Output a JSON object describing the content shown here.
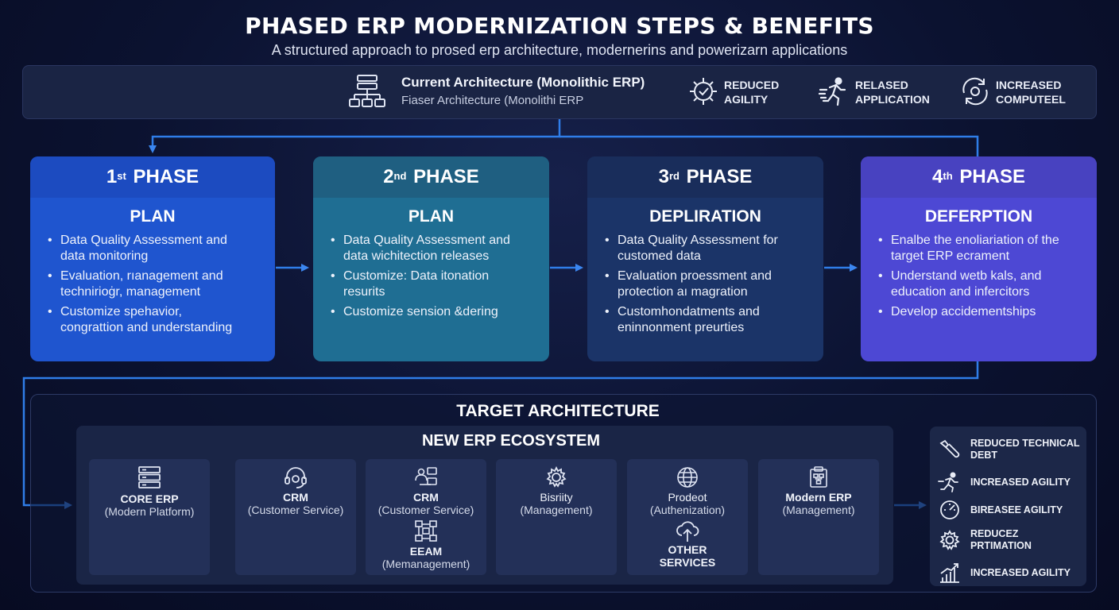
{
  "title": "PHASED ERP MODERNIZATION STEPS & BENEFITS",
  "subtitle": "A structured approach to prosed erp architecture, modernerins and powerizarn applications",
  "current": {
    "title": "Current Architecture (Monolithic ERP)",
    "subtitle": "Fiaser Architecture (Monolithi ERP",
    "icon": "architecture-tree-icon",
    "benefits": [
      {
        "line1": "REDUCED",
        "line2": "AGILITY",
        "icon": "gear-check-icon"
      },
      {
        "line1": "RELASED",
        "line2": "APPLICATION",
        "icon": "running-person-icon"
      },
      {
        "line1": "INCREASED",
        "line2": "COMPUTEEL",
        "icon": "refresh-gear-icon"
      }
    ]
  },
  "phases": [
    {
      "ordinal": "1",
      "suffix": "st",
      "label": "PHASE",
      "name": "PLAN",
      "bullets": [
        [
          "Data Quality Assessment and",
          "data monitoring"
        ],
        [
          "Evaluation, rıanagement and",
          "technirioġr, management"
        ],
        [
          "Customize spehavior,",
          "congrattion and understanding"
        ]
      ]
    },
    {
      "ordinal": "2",
      "suffix": "nd",
      "label": "PHASE",
      "name": "PLAN",
      "bullets": [
        [
          "Data Quality Assessment and",
          "data wichitection releases"
        ],
        [
          "Customize: Data itonation",
          "resurits"
        ],
        [
          "Customize sension &dering"
        ]
      ]
    },
    {
      "ordinal": "3",
      "suffix": "rd",
      "label": "PHASE",
      "name": "DEPLIRATION",
      "bullets": [
        [
          "Data Quality Assessment for",
          "customed data"
        ],
        [
          "Evaluation proessment and",
          "protection aı magration"
        ],
        [
          "Customhondatments and",
          "eninnonment preurties"
        ]
      ]
    },
    {
      "ordinal": "4",
      "suffix": "th",
      "label": "PHASE",
      "name": "DEFERPTION",
      "bullets": [
        [
          "Enalbe the enoliariation of the",
          "target ERP ecrament"
        ],
        [
          "Understand wetb kals, and",
          "education and infercitors"
        ],
        [
          "Develop accidementships"
        ]
      ]
    }
  ],
  "target": {
    "title": "TARGET ARCHITECTURE",
    "ecosystem": "NEW ERP ECOSYSTEM",
    "cards": [
      {
        "title": "CORE ERP",
        "sub": "(Modern Platform)",
        "icon": "server-icon"
      },
      {
        "title": "CRM",
        "sub": "(Customer Service)",
        "icon": "headset-icon"
      },
      {
        "title": "CRM",
        "sub": "(Customer Service)",
        "icon": "people-network-icon",
        "title2": "EEAM",
        "sub2": "(Memanagement)",
        "icon2": "network-nodes-icon"
      },
      {
        "title": "Bisriity",
        "sub": "(Management)",
        "icon": "gear-icon"
      },
      {
        "title": "Prodeot",
        "sub": "(Authenization)",
        "icon": "globe-icon",
        "title2": "OTHER",
        "sub2": "SERVICES",
        "icon2": "cloud-upload-icon"
      },
      {
        "title": "Modern ERP",
        "sub": "(Management)",
        "icon": "document-network-icon"
      }
    ],
    "benefits": [
      {
        "line1": "REDUCED TECHNICAL",
        "line2": "DEBT",
        "icon": "wrench-icon"
      },
      {
        "line1": "INCREASED AGILITY",
        "line2": "",
        "icon": "running-person-icon"
      },
      {
        "line1": "BIREASEE AGILITY",
        "line2": "",
        "icon": "speedometer-icon"
      },
      {
        "line1": "REDUCEZ",
        "line2": "PRTIMATION",
        "icon": "gear-icon"
      },
      {
        "line1": "INCREASED AGILITY",
        "line2": "",
        "icon": "growth-chart-icon"
      }
    ]
  },
  "colors": {
    "background": "#0b1230",
    "phase1": "#1f55cf",
    "phase2": "#1f6e93",
    "phase3": "#1b3468",
    "phase4": "#4d48d4",
    "connector": "#2f7de8"
  }
}
